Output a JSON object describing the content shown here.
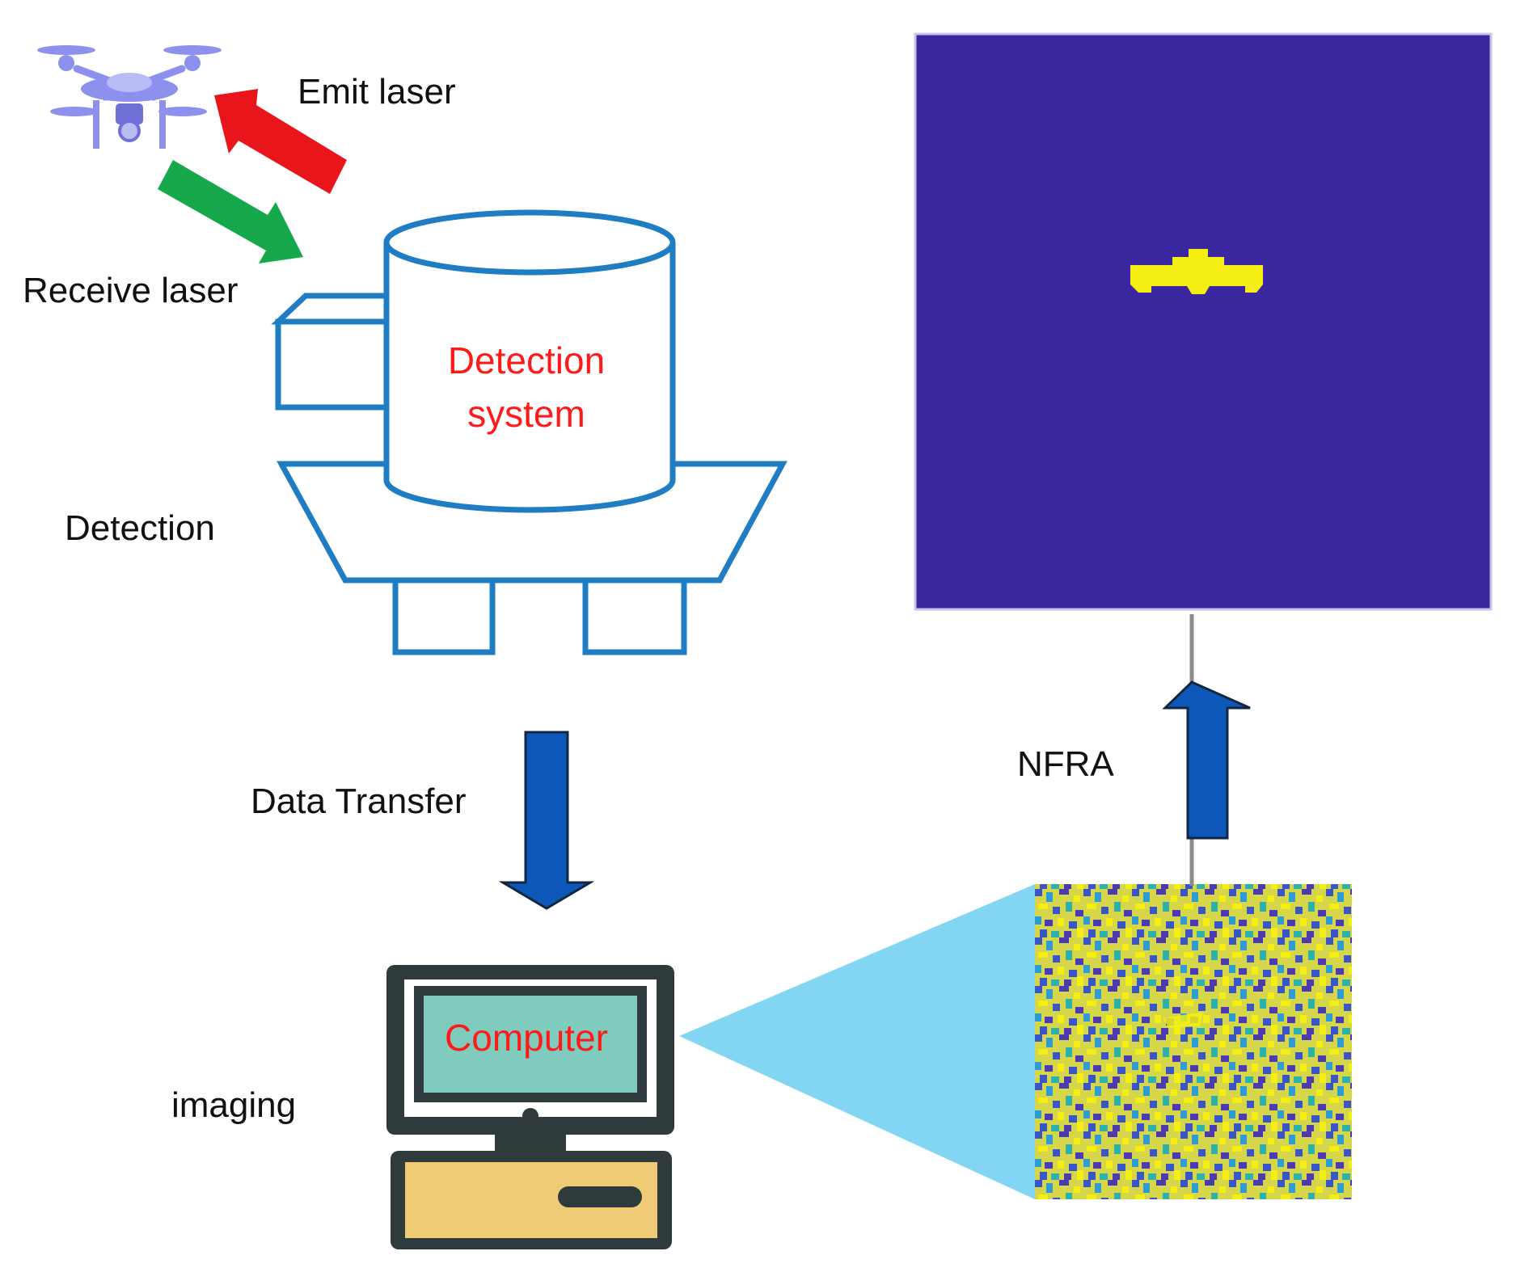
{
  "diagram": {
    "labels": {
      "emit_laser": "Emit laser",
      "receive_laser": "Receive laser",
      "detection_system_line1": "Detection",
      "detection_system_line2": "system",
      "detection": "Detection",
      "data_transfer": "Data Transfer",
      "nfra": "NFRA",
      "computer": "Computer",
      "imaging": "imaging"
    },
    "icons": {
      "drone": "drone-icon",
      "emit_arrow": "red-arrow-icon",
      "receive_arrow": "green-arrow-icon",
      "detector": "detection-system-icon",
      "computer": "computer-icon"
    },
    "colors": {
      "device_outline": "#1f7dc4",
      "emit_arrow": "#e8161b",
      "receive_arrow": "#16a84a",
      "flow_arrow": "#0d57b8",
      "highlight_text": "#ff1a1a",
      "result_background": "#3a27a0",
      "target": "#f4ee12",
      "projection_beam": "#83d6f3",
      "screen": "#7fcbbd",
      "computer_base": "#f0cb76",
      "drone": "#8e90ee"
    }
  }
}
